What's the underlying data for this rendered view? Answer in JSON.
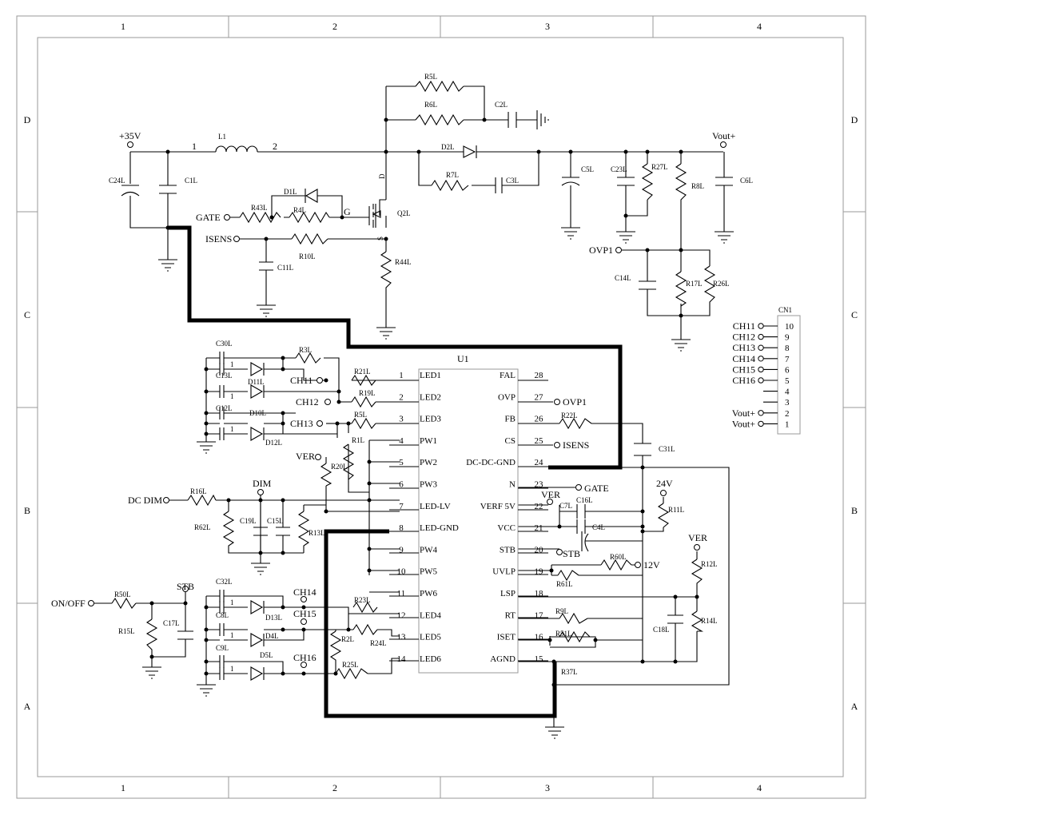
{
  "frame": {
    "columns": [
      "1",
      "2",
      "3",
      "4"
    ],
    "rows": [
      "D",
      "C",
      "B",
      "A"
    ]
  },
  "ic": {
    "ref": "U1",
    "left_pins": [
      {
        "num": "1",
        "name": "LED1"
      },
      {
        "num": "2",
        "name": "LED2"
      },
      {
        "num": "3",
        "name": "LED3"
      },
      {
        "num": "4",
        "name": "PW1"
      },
      {
        "num": "5",
        "name": "PW2"
      },
      {
        "num": "6",
        "name": "PW3"
      },
      {
        "num": "7",
        "name": "LED-LV"
      },
      {
        "num": "8",
        "name": "LED-GND"
      },
      {
        "num": "9",
        "name": "PW4"
      },
      {
        "num": "10",
        "name": "PW5"
      },
      {
        "num": "11",
        "name": "PW6"
      },
      {
        "num": "12",
        "name": "LED4"
      },
      {
        "num": "13",
        "name": "LED5"
      },
      {
        "num": "14",
        "name": "LED6"
      }
    ],
    "right_pins": [
      {
        "num": "28",
        "name": "FAL"
      },
      {
        "num": "27",
        "name": "OVP"
      },
      {
        "num": "26",
        "name": "FB"
      },
      {
        "num": "25",
        "name": "CS"
      },
      {
        "num": "24",
        "name": "DC-DC-GND"
      },
      {
        "num": "23",
        "name": "N"
      },
      {
        "num": "22",
        "name": "VERF 5V"
      },
      {
        "num": "21",
        "name": "VCC"
      },
      {
        "num": "20",
        "name": "STB"
      },
      {
        "num": "19",
        "name": "UVLP"
      },
      {
        "num": "18",
        "name": "LSP"
      },
      {
        "num": "17",
        "name": "RT"
      },
      {
        "num": "16",
        "name": "ISET"
      },
      {
        "num": "15",
        "name": "AGND"
      }
    ]
  },
  "connector": {
    "ref": "CN1",
    "pins": [
      {
        "num": "10",
        "net": "CH11"
      },
      {
        "num": "9",
        "net": "CH12"
      },
      {
        "num": "8",
        "net": "CH13"
      },
      {
        "num": "7",
        "net": "CH14"
      },
      {
        "num": "6",
        "net": "CH15"
      },
      {
        "num": "5",
        "net": "CH16"
      },
      {
        "num": "4",
        "net": ""
      },
      {
        "num": "3",
        "net": ""
      },
      {
        "num": "2",
        "net": "Vout+"
      },
      {
        "num": "1",
        "net": "Vout+"
      }
    ]
  },
  "labels": {
    "p35v": "+35V",
    "vout_top": "Vout+",
    "gate_in": "GATE",
    "isens_in": "ISENS",
    "ovp1_in": "OVP1",
    "ch11": "CH11",
    "ch12": "CH12",
    "ch13": "CH13",
    "ch14": "CH14",
    "ch15": "CH15",
    "ch16": "CH16",
    "ver_a": "VER",
    "dim": "DIM",
    "dcdim": "DC DIM",
    "stb_a": "STB",
    "onoff": "ON/OFF",
    "ovp1_b": "OVP1",
    "isens_b": "ISENS",
    "gate_b": "GATE",
    "ver_b": "VER",
    "stb_b": "STB",
    "v12": "12V",
    "v24": "24V",
    "ver_c": "VER",
    "pin_d": "D",
    "pin_g": "G",
    "pin_s": "S",
    "l1_1": "1",
    "l1_2": "2"
  },
  "refs": {
    "R5L_top": "R5L",
    "R6L": "R6L",
    "C2L": "C2L",
    "L1": "L1",
    "D2L": "D2L",
    "R7L": "R7L",
    "C3L": "C3L",
    "C5L": "C5L",
    "C23L": "C23L",
    "R27L": "R27L",
    "R8L": "R8L",
    "C6L": "C6L",
    "C24L": "C24L",
    "C1L": "C1L",
    "D1L": "D1L",
    "R43L": "R43L",
    "R4L": "R4L",
    "Q2L": "Q2L",
    "R10L": "R10L",
    "C11L": "C11L",
    "R44L": "R44L",
    "C14L": "C14L",
    "R17L": "R17L",
    "R26L": "R26L",
    "C30L": "C30L",
    "R3L": "R3L",
    "C13L": "C13L",
    "D11L": "D11L",
    "C12L": "C12L",
    "D10L": "D10L",
    "D12L": "D12L",
    "R21L": "R21L",
    "R19L": "R19L",
    "R5L_mid": "R5L",
    "R1L": "R1L",
    "R20L": "R20L",
    "R16L": "R16L",
    "R62L": "R62L",
    "C19L": "C19L",
    "C15L": "C15L",
    "R13L": "R13L",
    "R22L": "R22L",
    "C31L": "C31L",
    "R11L": "R11L",
    "C7L": "C7L",
    "C16L": "C16L",
    "C4L": "C4L",
    "R60L": "R60L",
    "R61L": "R61L",
    "R12L": "R12L",
    "R14L": "R14L",
    "C18L": "C18L",
    "R9L": "R9L",
    "R51L": "R51L",
    "R37L": "R37L",
    "C32L": "C32L",
    "C8L": "C8L",
    "D13L": "D13L",
    "D4L": "D4L",
    "C9L": "C9L",
    "D5L": "D5L",
    "R23L": "R23L",
    "R2L": "R2L",
    "R24L": "R24L",
    "R25L": "R25L",
    "R50L": "R50L",
    "R15L": "R15L",
    "C17L": "C17L"
  }
}
